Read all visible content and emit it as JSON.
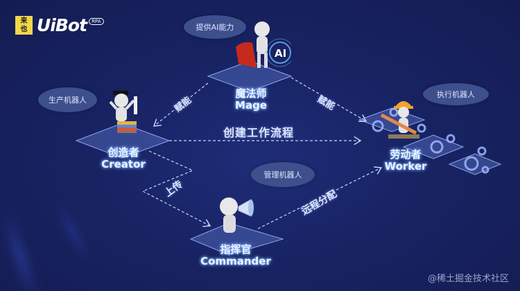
{
  "logo": {
    "badge_line1": "来",
    "badge_line2": "也",
    "brand": "UiBot",
    "tag": "RPA"
  },
  "roles": [
    {
      "id": "mage",
      "zh": "魔法师",
      "en": "Mage",
      "bubble": "提供AI能力"
    },
    {
      "id": "creator",
      "zh": "创造者",
      "en": "Creator",
      "bubble": "生产机器人"
    },
    {
      "id": "worker",
      "zh": "劳动者",
      "en": "Worker",
      "bubble": "执行机器人"
    },
    {
      "id": "commander",
      "zh": "指挥官",
      "en": "Commander",
      "bubble": "管理机器人"
    }
  ],
  "flows": {
    "mage_to_creator": "赋能",
    "mage_to_worker": "赋能",
    "creator_to_worker": "创建工作流程",
    "creator_to_commander": "上传",
    "commander_to_worker": "远程分配"
  },
  "ai_badge": "AI",
  "colors": {
    "background": "#17215a",
    "platform": "#5a74c8",
    "bubble": "#3d4f8c",
    "label_glow": "#6fa8ff",
    "logo_yellow": "#f2d64b"
  },
  "watermark": "@稀土掘金技术社区"
}
